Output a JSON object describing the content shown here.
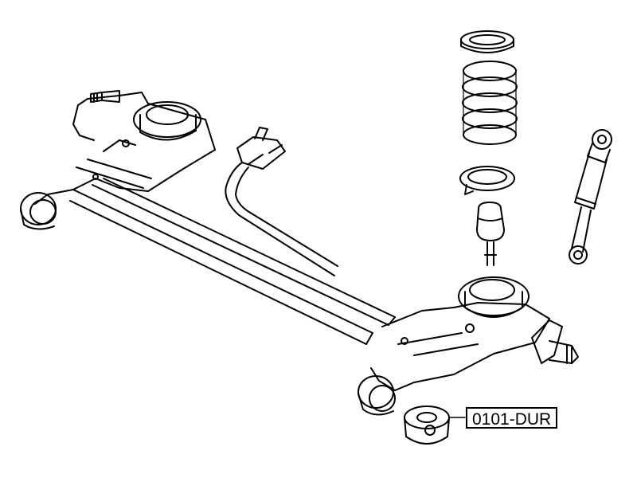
{
  "diagram": {
    "components": [
      "rear-axle-beam",
      "left-trailing-arm",
      "right-trailing-arm",
      "coil-spring",
      "upper-spring-seat",
      "lower-spring-seat",
      "bump-stop",
      "shock-absorber",
      "brake-hose-bracket",
      "wheel-spindle",
      "rubber-bushing"
    ],
    "callout": {
      "part_number": "0101-DUR",
      "points_to": "rubber-bushing"
    }
  }
}
